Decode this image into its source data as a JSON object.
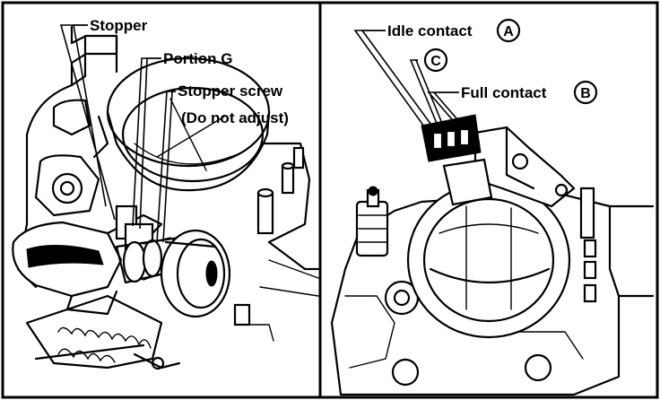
{
  "left_panel": {
    "labels": {
      "stopper": "Stopper",
      "portion_g": "Portion G",
      "stopper_screw": "Stopper screw",
      "do_not_adjust": "(Do not adjust)"
    }
  },
  "right_panel": {
    "labels": {
      "idle_contact": "Idle contact",
      "idle_contact_marker": "A",
      "marker_c": "C",
      "full_contact": "Full contact",
      "full_contact_marker": "B"
    }
  }
}
